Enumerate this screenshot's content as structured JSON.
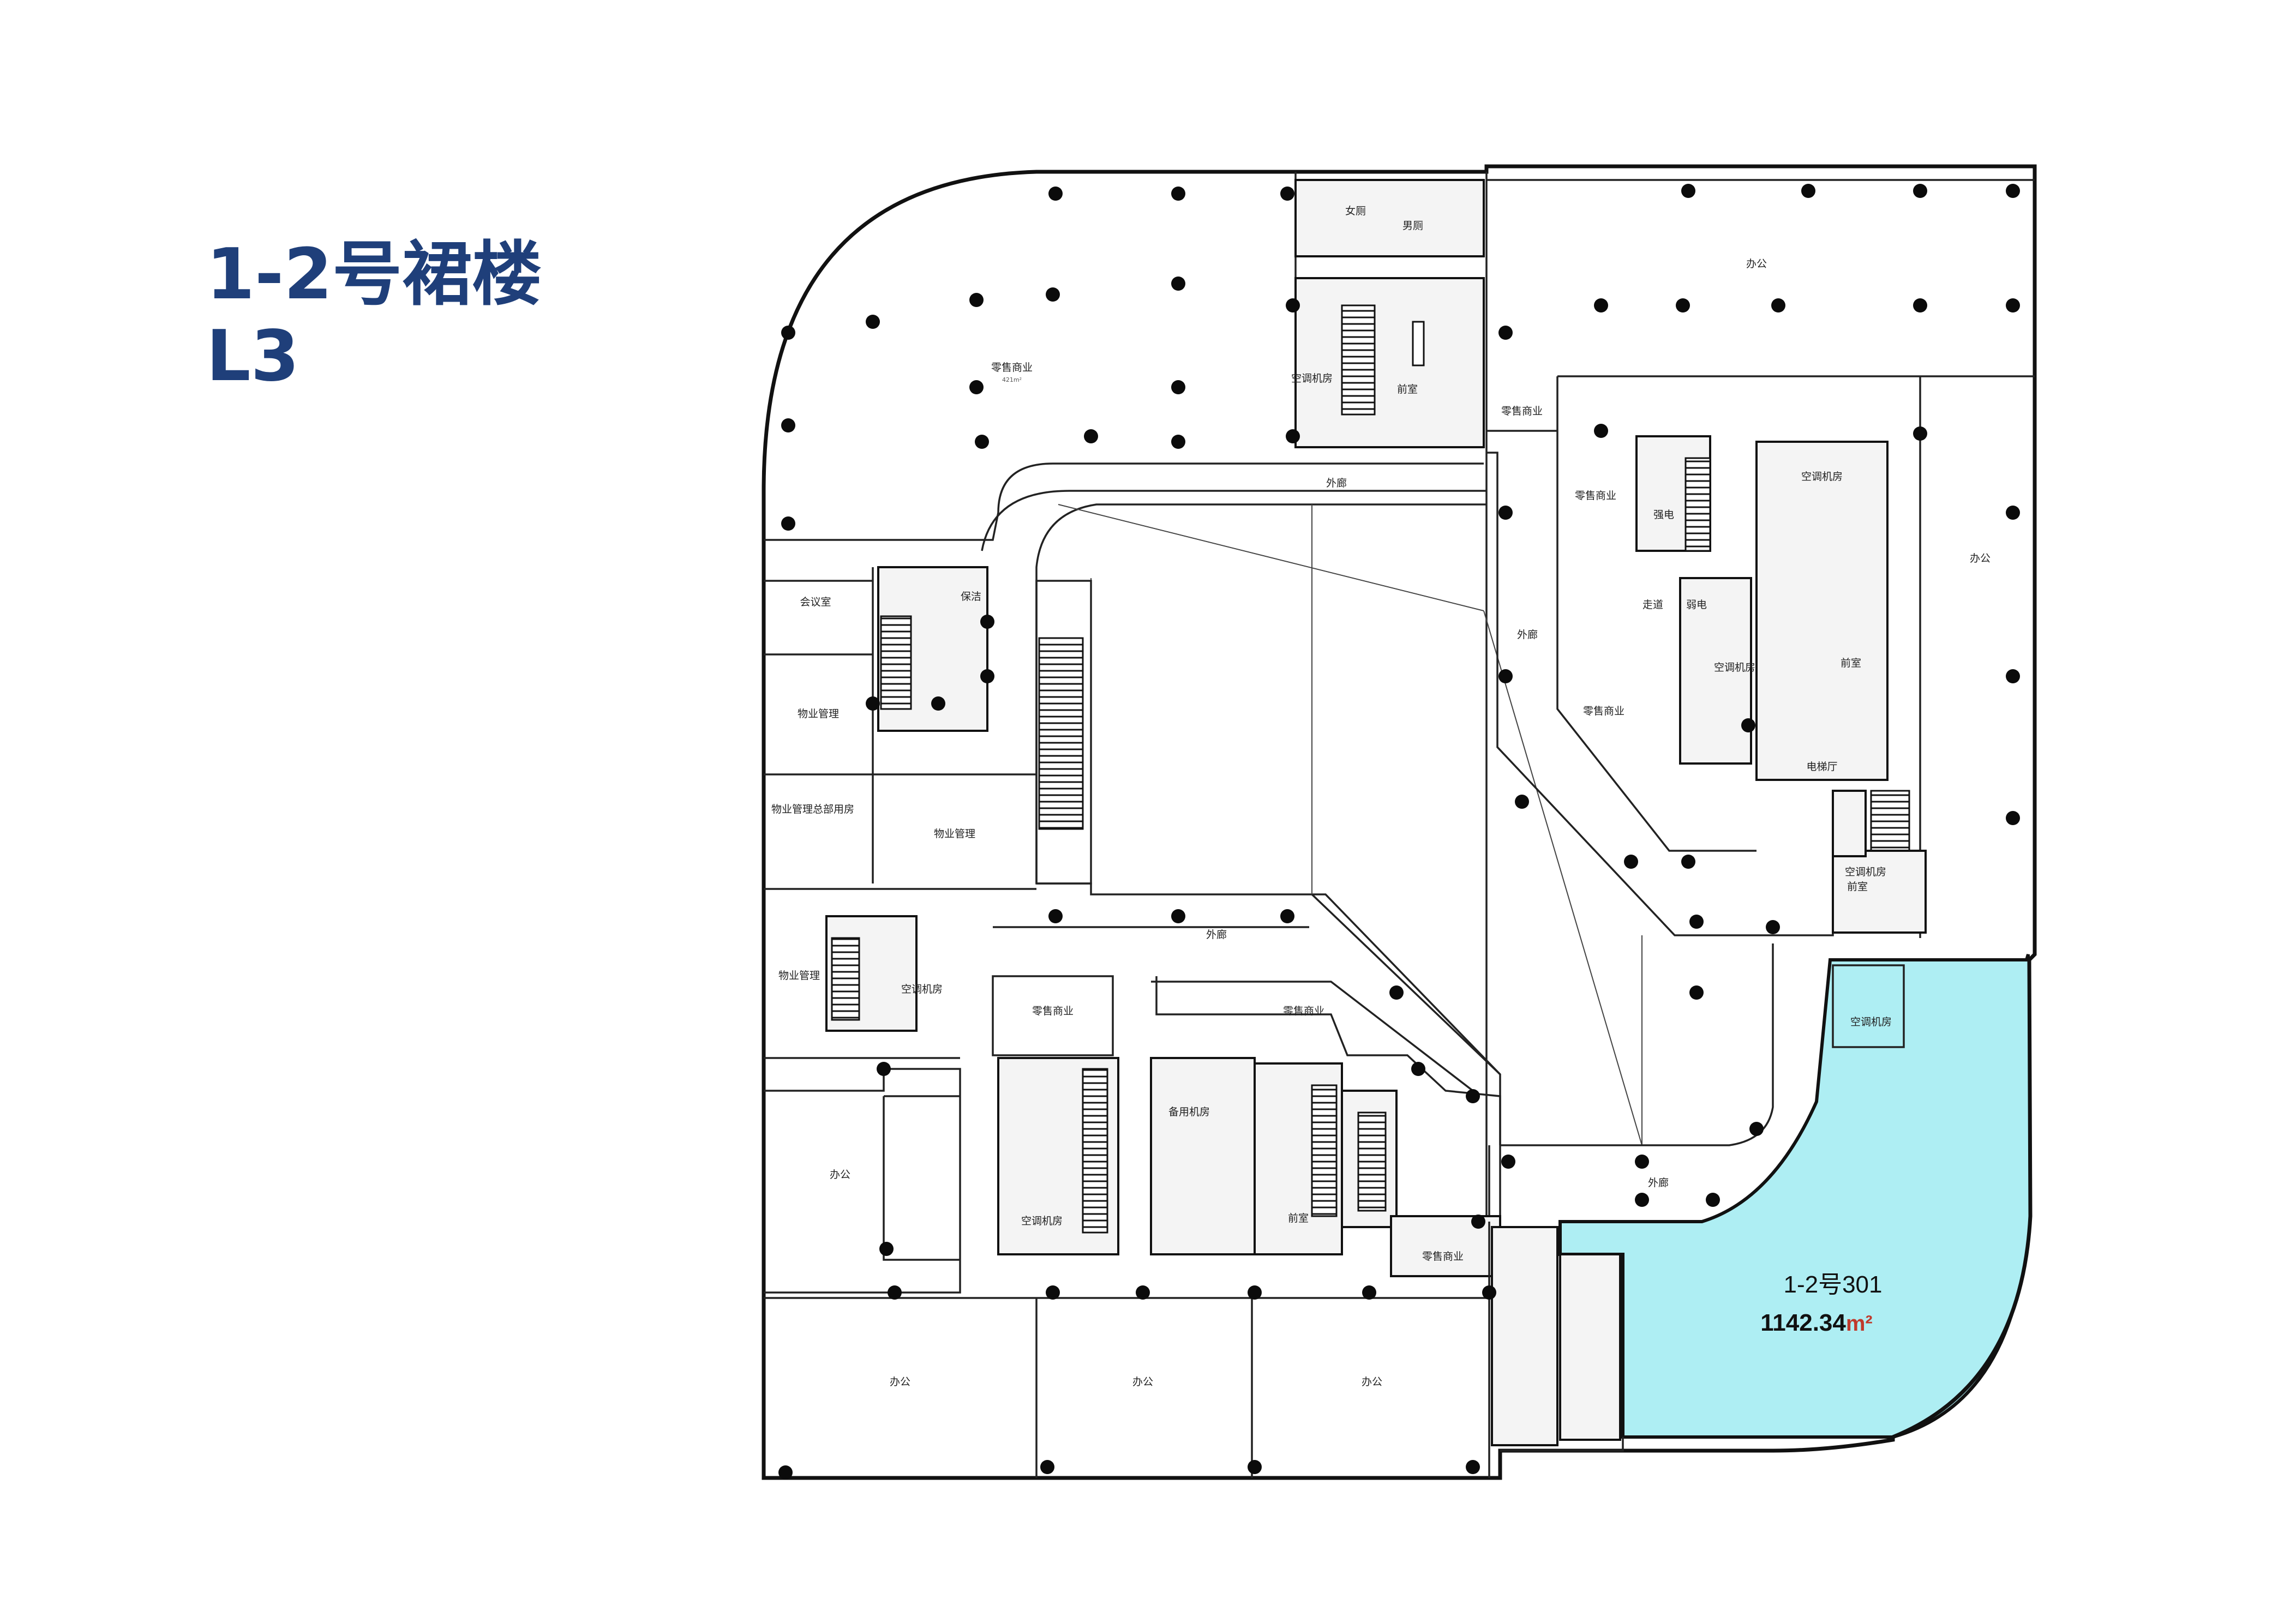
{
  "heading": {
    "line1": "1-2号裙楼",
    "line2": "L3"
  },
  "highlight": {
    "unit": "1-2号301",
    "area": "1142.34",
    "unit_symbol": "m²",
    "fill": "#aeeef3"
  },
  "rooms": {
    "retail_nw": "零售商业",
    "corridor_top": "外廊",
    "corridor_east": "外廊",
    "corridor_mid": "外廊",
    "corridor_se": "外廊",
    "office_ne_top": "办公",
    "office_ne_right": "办公",
    "retail_ne_small": "零售商业",
    "retail_ne_a": "零售商业",
    "retail_ne_b": "零售商业",
    "office_sw": "办公",
    "office_s1": "办公",
    "office_s2": "办公",
    "office_s3": "办公",
    "retail_mid_a": "零售商业",
    "retail_mid_b": "零售商业",
    "retail_s_small": "零售商业",
    "property_mgmt_a": "物业管理",
    "property_mgmt_b": "物业管理",
    "property_mgmt_c": "物业管理",
    "meeting": "会议室",
    "property_hq": "物业管理总部用房",
    "female_wc": "女厕",
    "male_wc": "男厕",
    "hvac_1": "空调机房",
    "hvac_2": "空调机房",
    "hvac_3": "空调机房",
    "hvac_4": "空调机房",
    "hvac_5": "空调机房",
    "hvac_6": "空调机房",
    "weak_current": "弱电",
    "strong_current": "强电",
    "elec_room": "电梯厅",
    "backup_room": "备用机房",
    "front_room_a": "前室",
    "front_room_b": "前室",
    "front_room_c": "前室",
    "front_room_d": "前室",
    "cleaning": "保洁",
    "stairs": "楼梯",
    "corridor_label": "走道"
  }
}
